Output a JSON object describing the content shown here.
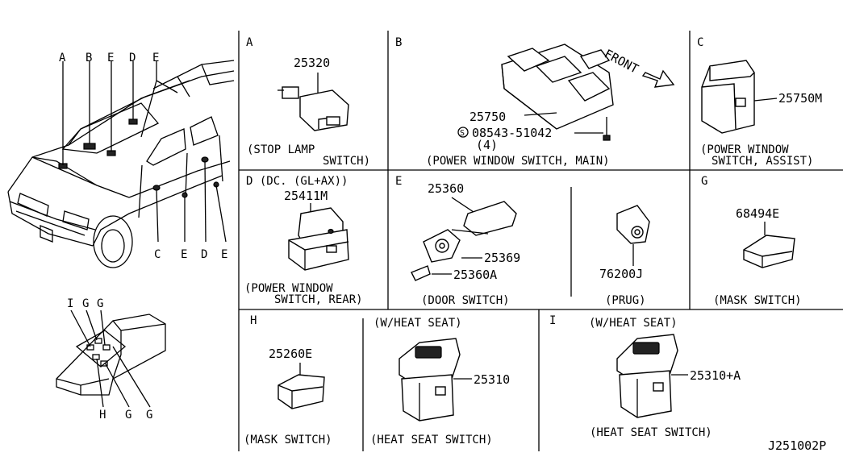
{
  "diagram_code": "J251002P",
  "vehicle": {
    "top_labels": [
      "A",
      "B",
      "E",
      "D",
      "E"
    ],
    "bottom_labels": [
      "C",
      "E",
      "D",
      "E"
    ]
  },
  "console": {
    "top_labels": [
      "I",
      "G",
      "G"
    ],
    "bottom_labels": [
      "H",
      "G",
      "G"
    ]
  },
  "sections": {
    "A": {
      "letter": "A",
      "parts": [
        "25320"
      ],
      "caption": [
        "(STOP LAMP",
        "SWITCH)"
      ]
    },
    "B": {
      "letter": "B",
      "parts": [
        "25750",
        "08543-51042",
        "(4)"
      ],
      "screw_symbol": "S",
      "front": "FRONT",
      "caption": [
        "(POWER WINDOW SWITCH, MAIN)"
      ]
    },
    "C": {
      "letter": "C",
      "parts": [
        "25750M"
      ],
      "caption": [
        "(POWER WINDOW",
        "SWITCH, ASSIST)"
      ]
    },
    "D": {
      "letter": "D (DC. (GL+AX))",
      "parts": [
        "25411M"
      ],
      "caption": [
        "(POWER WINDOW",
        "SWITCH, REAR)"
      ]
    },
    "E": {
      "letter": "E",
      "parts": [
        "25360",
        "25369",
        "25360A",
        "76200J"
      ],
      "caption": [
        "(DOOR SWITCH)",
        "(PRUG)"
      ]
    },
    "G": {
      "letter": "G",
      "parts": [
        "68494E"
      ],
      "caption": [
        "(MASK SWITCH)"
      ]
    },
    "H": {
      "letter": "H",
      "parts": [
        "25260E",
        "25310"
      ],
      "variant": "(W/HEAT SEAT)",
      "caption": [
        "(MASK SWITCH)",
        "(HEAT SEAT SWITCH)"
      ]
    },
    "I": {
      "letter": "I",
      "parts": [
        "25310+A"
      ],
      "variant": "(W/HEAT SEAT)",
      "caption": [
        "(HEAT SEAT SWITCH)"
      ]
    }
  }
}
